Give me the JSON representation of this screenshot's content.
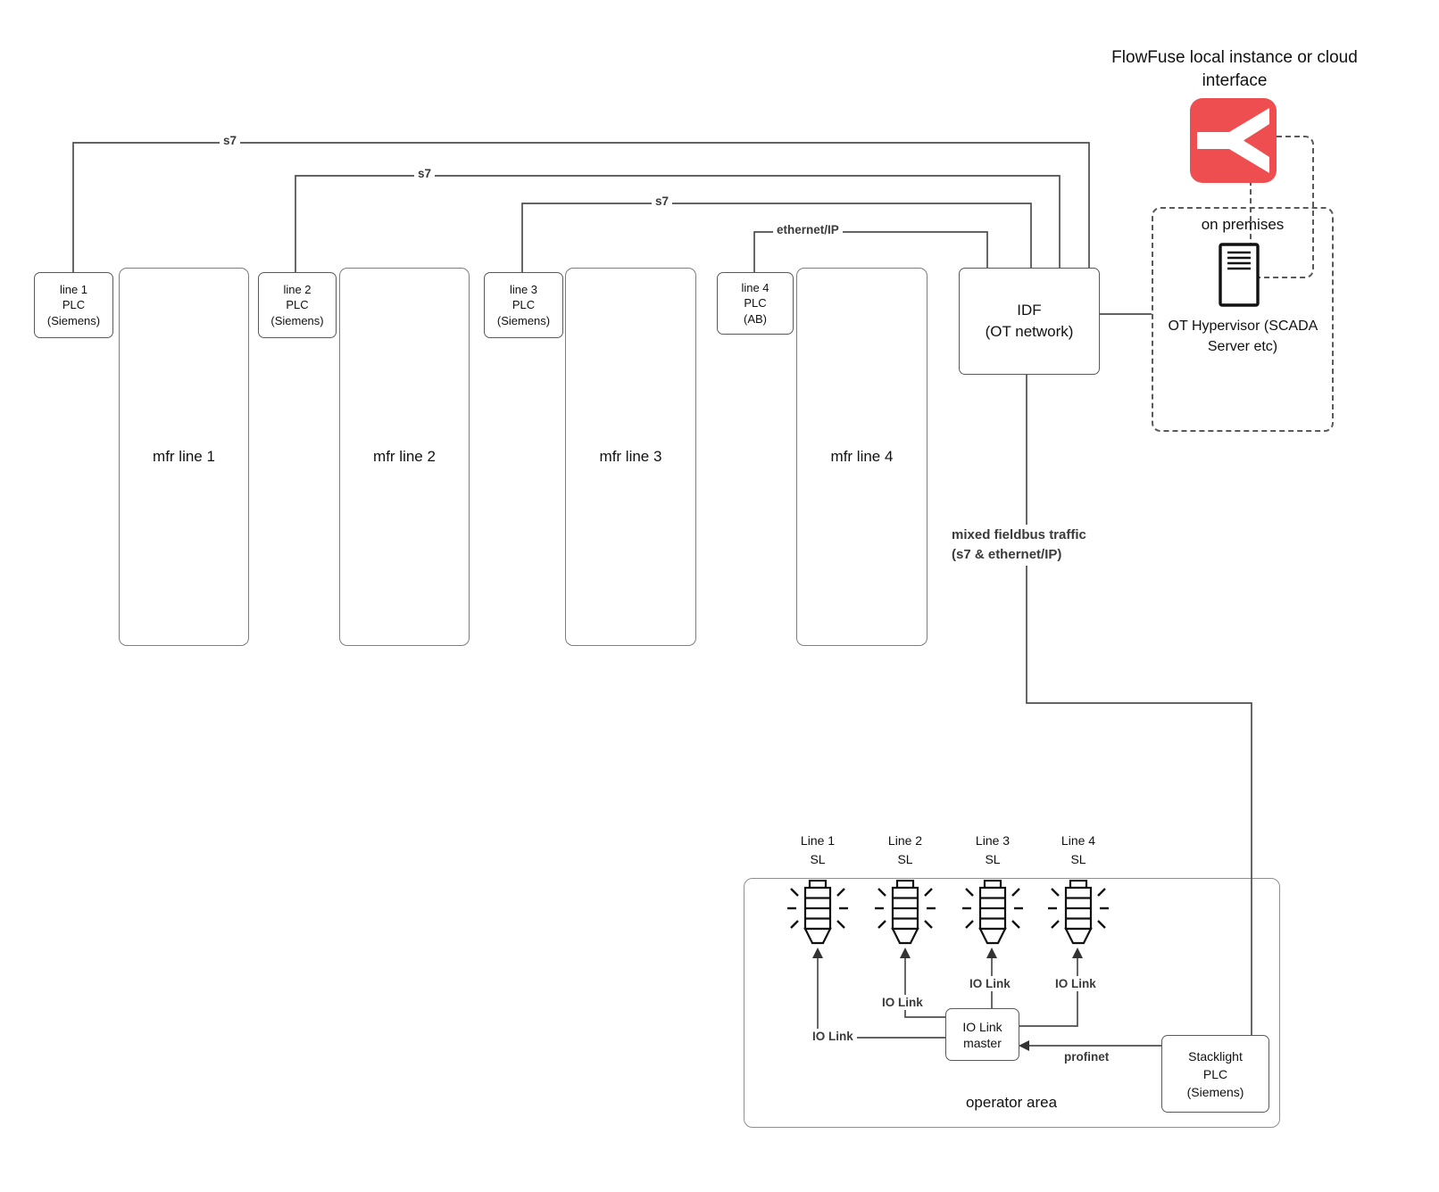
{
  "colors": {
    "flowfuse_red": "#ee4e50",
    "wire": "#4d4d4d"
  },
  "flowfuse": {
    "title_line1": "FlowFuse local instance or",
    "title_line2": "cloud interface"
  },
  "on_premises": {
    "label": "on premises",
    "hypervisor": {
      "line1": "OT",
      "line2": "Hypervisor",
      "line3": "(SCADA",
      "line4": "Server etc)"
    }
  },
  "idf": {
    "line1": "IDF",
    "line2": "(OT network)"
  },
  "plcs": [
    {
      "line1": "line 1",
      "line2": "PLC",
      "line3": "(Siemens)"
    },
    {
      "line1": "line 2",
      "line2": "PLC",
      "line3": "(Siemens)"
    },
    {
      "line1": "line 3",
      "line2": "PLC",
      "line3": "(Siemens)"
    },
    {
      "line1": "line 4",
      "line2": "PLC",
      "line3": "(AB)"
    }
  ],
  "mfr_lines": [
    {
      "label": "mfr line 1"
    },
    {
      "label": "mfr line 2"
    },
    {
      "label": "mfr line 3"
    },
    {
      "label": "mfr line 4"
    }
  ],
  "edges": {
    "s7_1": "s7",
    "s7_2": "s7",
    "s7_3": "s7",
    "ethernet": "ethernet/IP",
    "mixed_line1": "mixed fieldbus traffic",
    "mixed_line2": "(s7 & ethernet/IP)",
    "profinet": "profinet",
    "io_link_1": "IO Link",
    "io_link_2": "IO Link",
    "io_link_3": "IO Link",
    "io_link_4": "IO Link"
  },
  "operator_area": {
    "label": "operator area",
    "stacklights": [
      {
        "line1": "Line 1",
        "line2": "SL"
      },
      {
        "line1": "Line 2",
        "line2": "SL"
      },
      {
        "line1": "Line 3",
        "line2": "SL"
      },
      {
        "line1": "Line 4",
        "line2": "SL"
      }
    ],
    "io_link_master": {
      "line1": "IO Link",
      "line2": "master"
    },
    "stacklight_plc": {
      "line1": "Stacklight",
      "line2": "PLC",
      "line3": "(Siemens)"
    }
  }
}
